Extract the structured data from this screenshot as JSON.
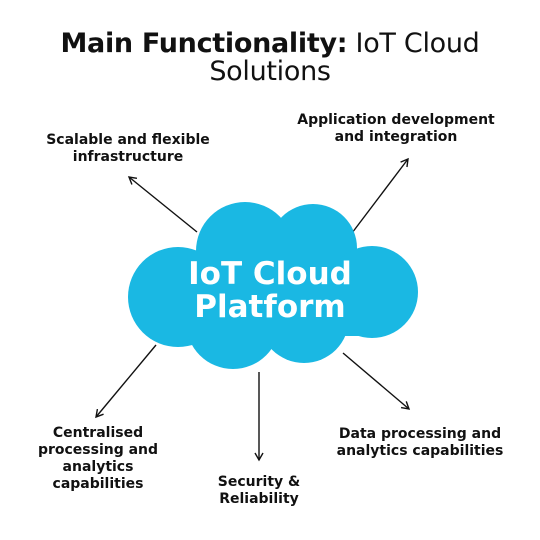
{
  "title": {
    "bold": "Main Functionality:",
    "regular": " IoT Cloud\nSolutions"
  },
  "center": {
    "label": "IoT Cloud\nPlatform",
    "color": "#1ab8e3"
  },
  "nodes": [
    {
      "id": "scalable",
      "label": "Scalable and flexible\ninfrastructure"
    },
    {
      "id": "appdev",
      "label": "Application development\nand integration"
    },
    {
      "id": "centralised",
      "label": "Centralised\nprocessing and\nanalytics\ncapabilities"
    },
    {
      "id": "security",
      "label": "Security &\nReliability"
    },
    {
      "id": "dataproc",
      "label": "Data processing and\nanalytics capabilities"
    }
  ]
}
